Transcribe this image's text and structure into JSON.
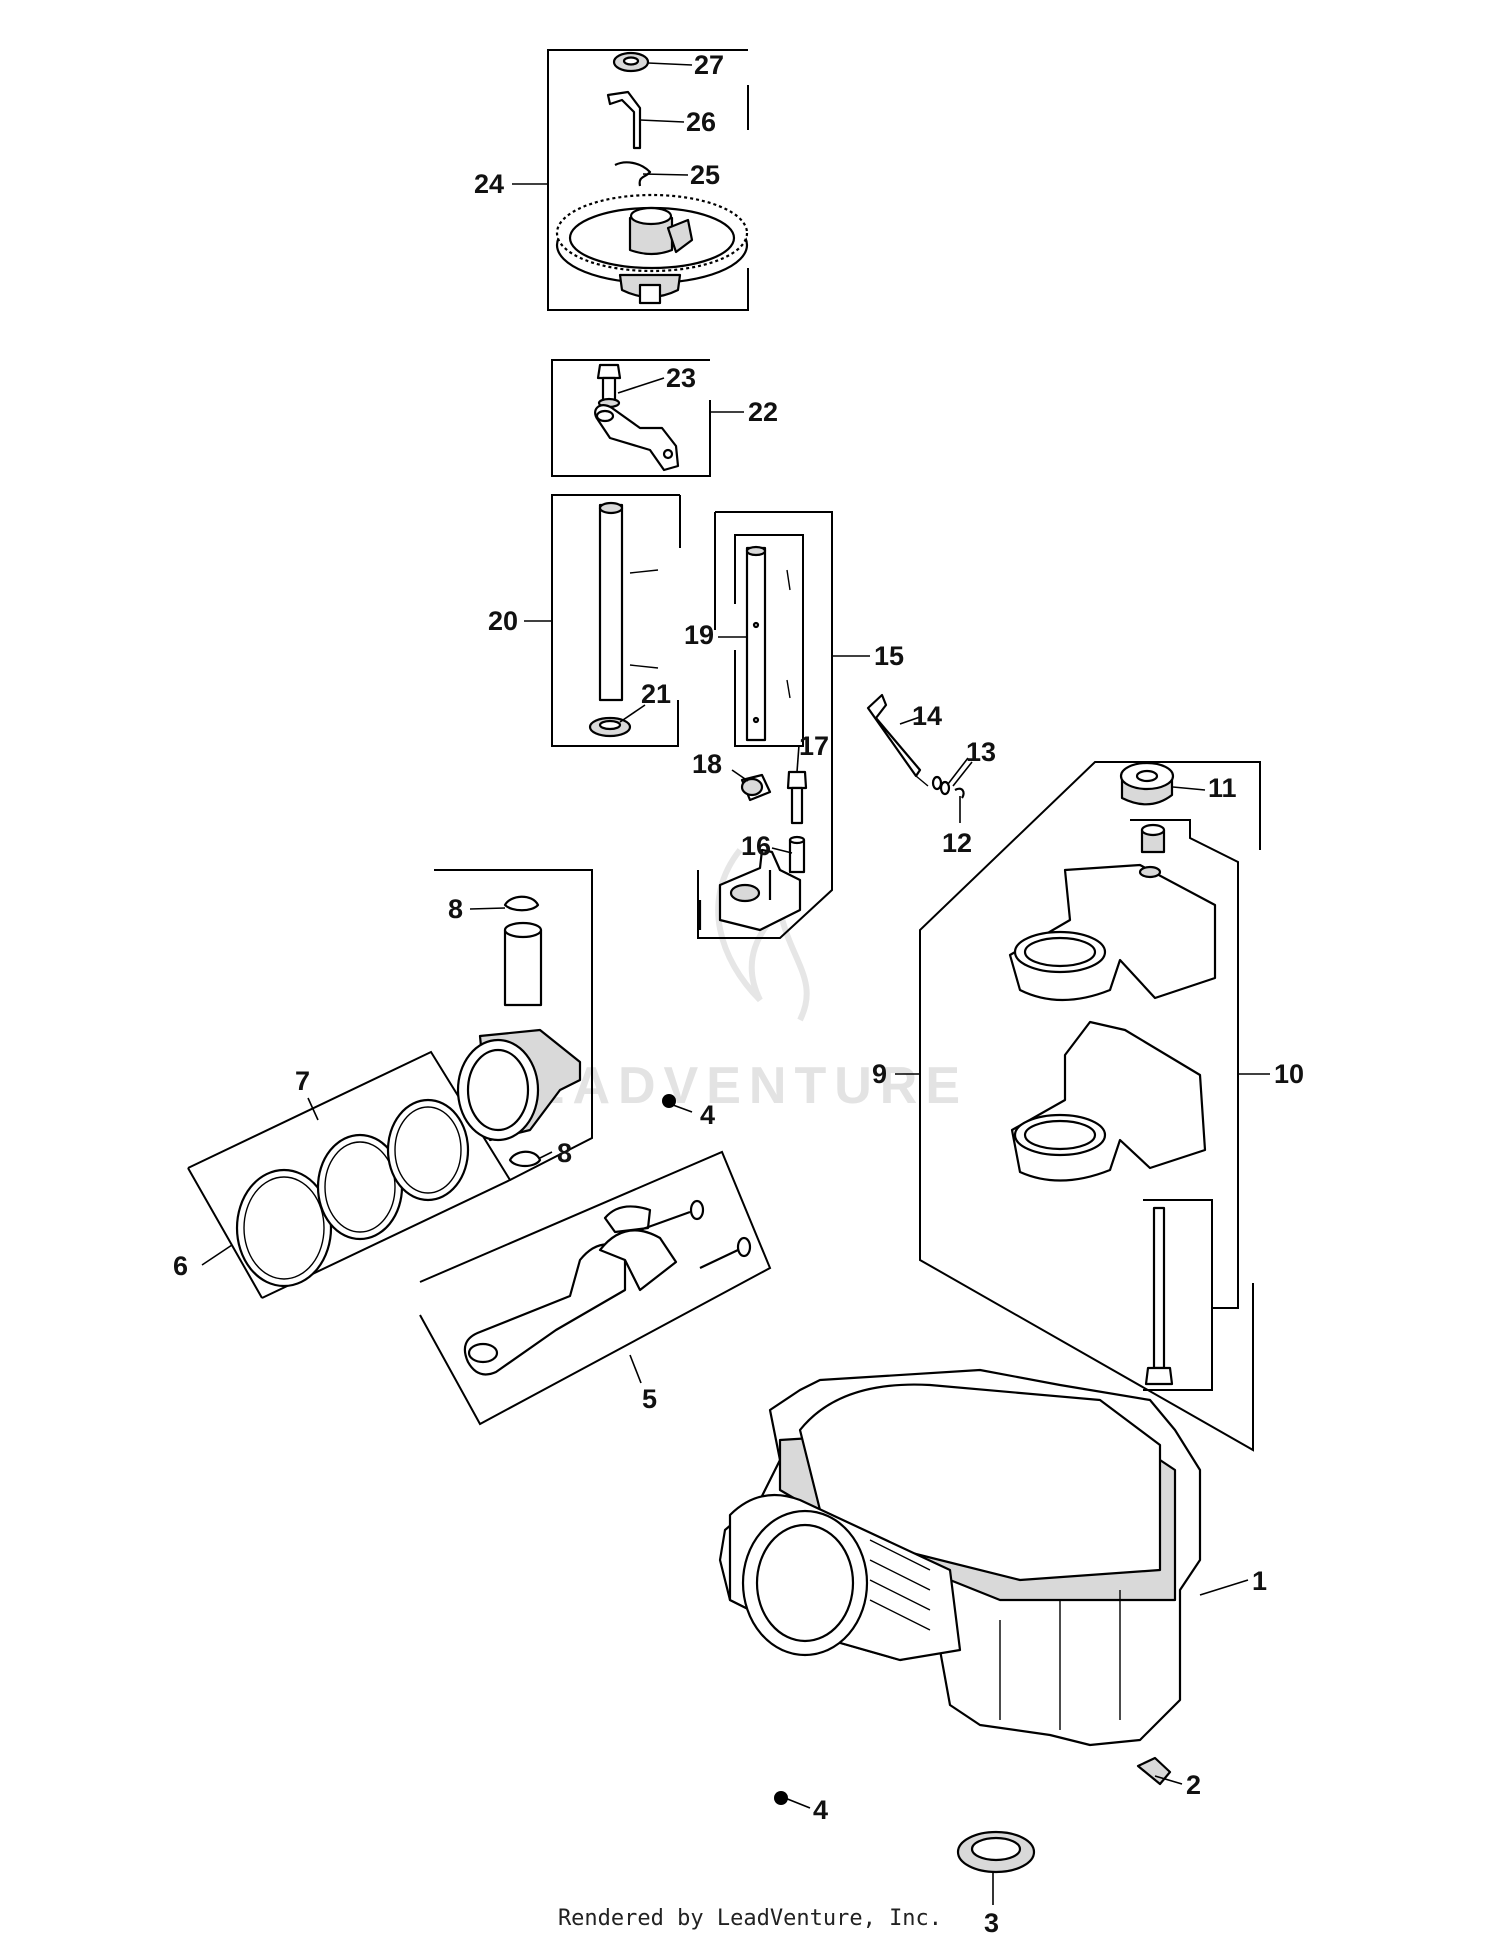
{
  "callouts": {
    "p1": "1",
    "p2": "2",
    "p3": "3",
    "p4a": "4",
    "p4b": "4",
    "p5": "5",
    "p6": "6",
    "p7": "7",
    "p8a": "8",
    "p8b": "8",
    "p9": "9",
    "p10": "10",
    "p11": "11",
    "p12": "12",
    "p13": "13",
    "p14": "14",
    "p15": "15",
    "p16": "16",
    "p17": "17",
    "p18": "18",
    "p19": "19",
    "p20": "20",
    "p21": "21",
    "p22": "22",
    "p23": "23",
    "p24": "24",
    "p25": "25",
    "p26": "26",
    "p27": "27"
  },
  "watermark": "LEADVENTURE",
  "footer": "Rendered by LeadVenture, Inc."
}
